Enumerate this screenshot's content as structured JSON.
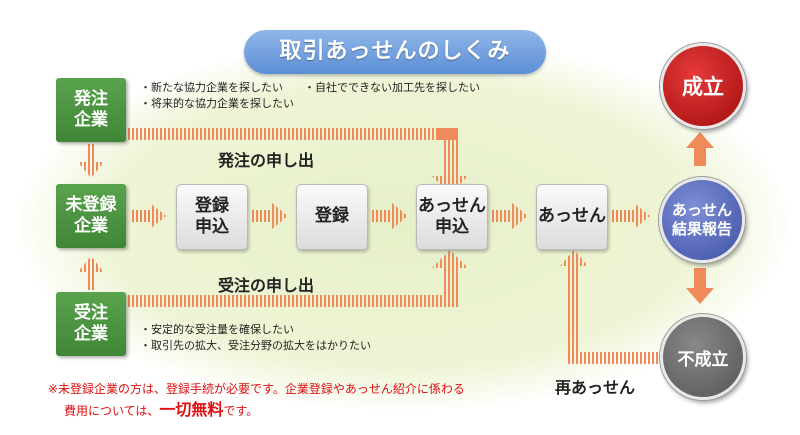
{
  "title": "取引あっせんのしくみ",
  "nodes": {
    "hatchu": "発注\n企業",
    "mitoroku": "未登録\n企業",
    "juchu": "受注\n企業",
    "toroku_moushikomi": "登録\n申込",
    "toroku": "登録",
    "assen_moushikomi": "あっせん\n申込",
    "assen": "あっせん",
    "seiritsu": "成立",
    "kekka_houkoku": "あっせん\n結果報告",
    "fuseiritsu": "不成立"
  },
  "notes": {
    "hatchu_line1_a": "・新たな協力企業を探したい",
    "hatchu_line1_b": "・自社でできない加工先を探したい",
    "hatchu_line2": "・将来的な協力企業を探したい",
    "juchu_line1": "・安定的な受注量を確保したい",
    "juchu_line2": "・取引先の拡大、受注分野の拡大をはかりたい"
  },
  "labels": {
    "hatchu_moushide": "発注の申し出",
    "juchu_moushide": "受注の申し出",
    "sai_assen": "再あっせん"
  },
  "footnote": {
    "line1": "※未登録企業の方は、登録手続が必要です。企業登録やあっせん紹介に係わる",
    "line2_prefix": "費用については、",
    "line2_emphasis": "一切無料",
    "line2_suffix": "です。"
  },
  "colors": {
    "arrow": "#f08a5a",
    "green_box": "#4a9a42",
    "title_blue": "#6d9de0",
    "red_circle": "#c81e1e",
    "blue_circle": "#5566bb",
    "gray_circle": "#6a6a6a",
    "footnote_red": "#d11111"
  }
}
